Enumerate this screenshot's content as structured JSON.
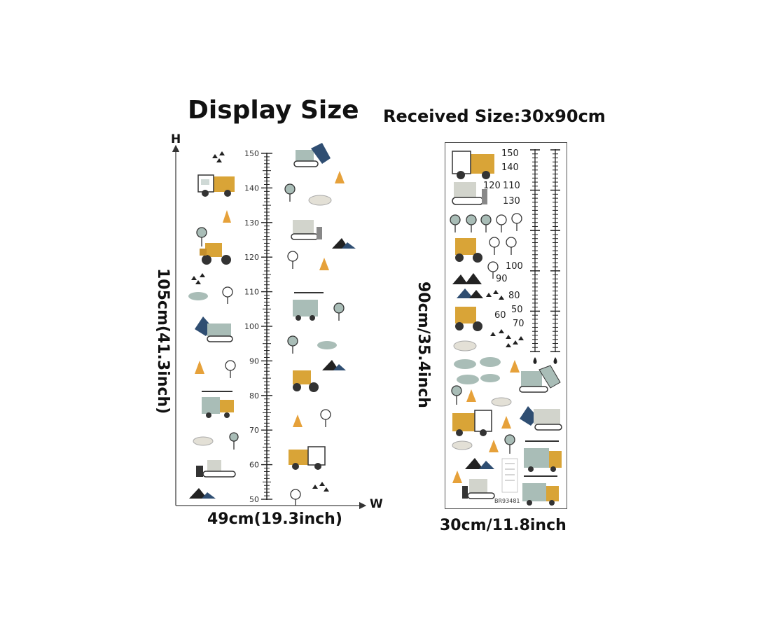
{
  "titles": {
    "display": "Display Size",
    "received": "Received Size:30x90cm"
  },
  "axes": {
    "h_letter": "H",
    "w_letter": "W"
  },
  "dimensions": {
    "display_height": "105cm(41.3inch)",
    "display_width": "49cm(19.3inch)",
    "received_height": "90cm/35.4inch",
    "received_width": "30cm/11.8inch"
  },
  "display_ruler": {
    "labels": [
      "150",
      "140",
      "130",
      "120",
      "110",
      "100",
      "90",
      "80",
      "70",
      "60",
      "50"
    ]
  },
  "received_ruler": {
    "labels": [
      "150",
      "140",
      "130",
      "120",
      "110",
      "100",
      "90",
      "80",
      "70",
      "60",
      "50"
    ]
  },
  "product_code": "BR93481",
  "colors": {
    "mustard": "#d9a437",
    "sage": "#a9bdb7",
    "navy": "#2f4e72",
    "dark": "#222222",
    "cone": "#e6a13a"
  }
}
